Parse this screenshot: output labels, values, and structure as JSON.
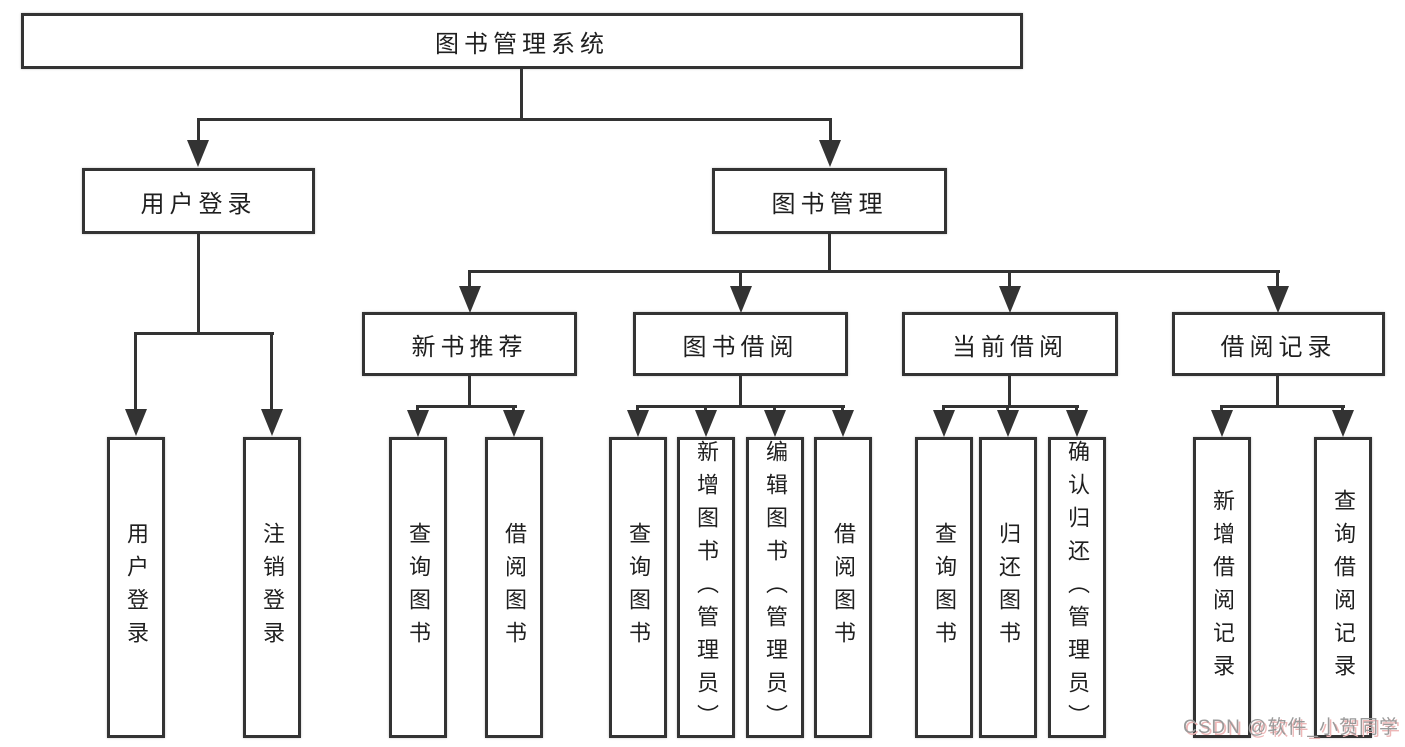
{
  "diagram": {
    "root": {
      "label": "图书管理系统"
    },
    "level2": [
      {
        "label": "用户登录"
      },
      {
        "label": "图书管理"
      }
    ],
    "level3": [
      {
        "label": "新书推荐",
        "parent": "图书管理"
      },
      {
        "label": "图书借阅",
        "parent": "图书管理"
      },
      {
        "label": "当前借阅",
        "parent": "图书管理"
      },
      {
        "label": "借阅记录",
        "parent": "图书管理"
      }
    ],
    "leaves": [
      {
        "label": "用户登录",
        "parent": "用户登录"
      },
      {
        "label": "注销登录",
        "parent": "用户登录"
      },
      {
        "label": "查询图书",
        "parent": "新书推荐"
      },
      {
        "label": "借阅图书",
        "parent": "新书推荐"
      },
      {
        "label": "查询图书",
        "parent": "图书借阅"
      },
      {
        "label": "新增图书（管理员）",
        "parent": "图书借阅"
      },
      {
        "label": "编辑图书（管理员）",
        "parent": "图书借阅"
      },
      {
        "label": "借阅图书",
        "parent": "图书借阅"
      },
      {
        "label": "查询图书",
        "parent": "当前借阅"
      },
      {
        "label": "归还图书",
        "parent": "当前借阅"
      },
      {
        "label": "确认归还（管理员）",
        "parent": "当前借阅"
      },
      {
        "label": "新增借阅记录",
        "parent": "借阅记录"
      },
      {
        "label": "查询借阅记录",
        "parent": "借阅记录"
      }
    ]
  },
  "watermark": {
    "text": "CSDN @软件_小贺同学"
  },
  "colors": {
    "line": "#333333",
    "text": "#1f1f1f",
    "background": "#ffffff",
    "watermark": "#9a9a9a",
    "watermark_shadow": "#edb7b7"
  }
}
